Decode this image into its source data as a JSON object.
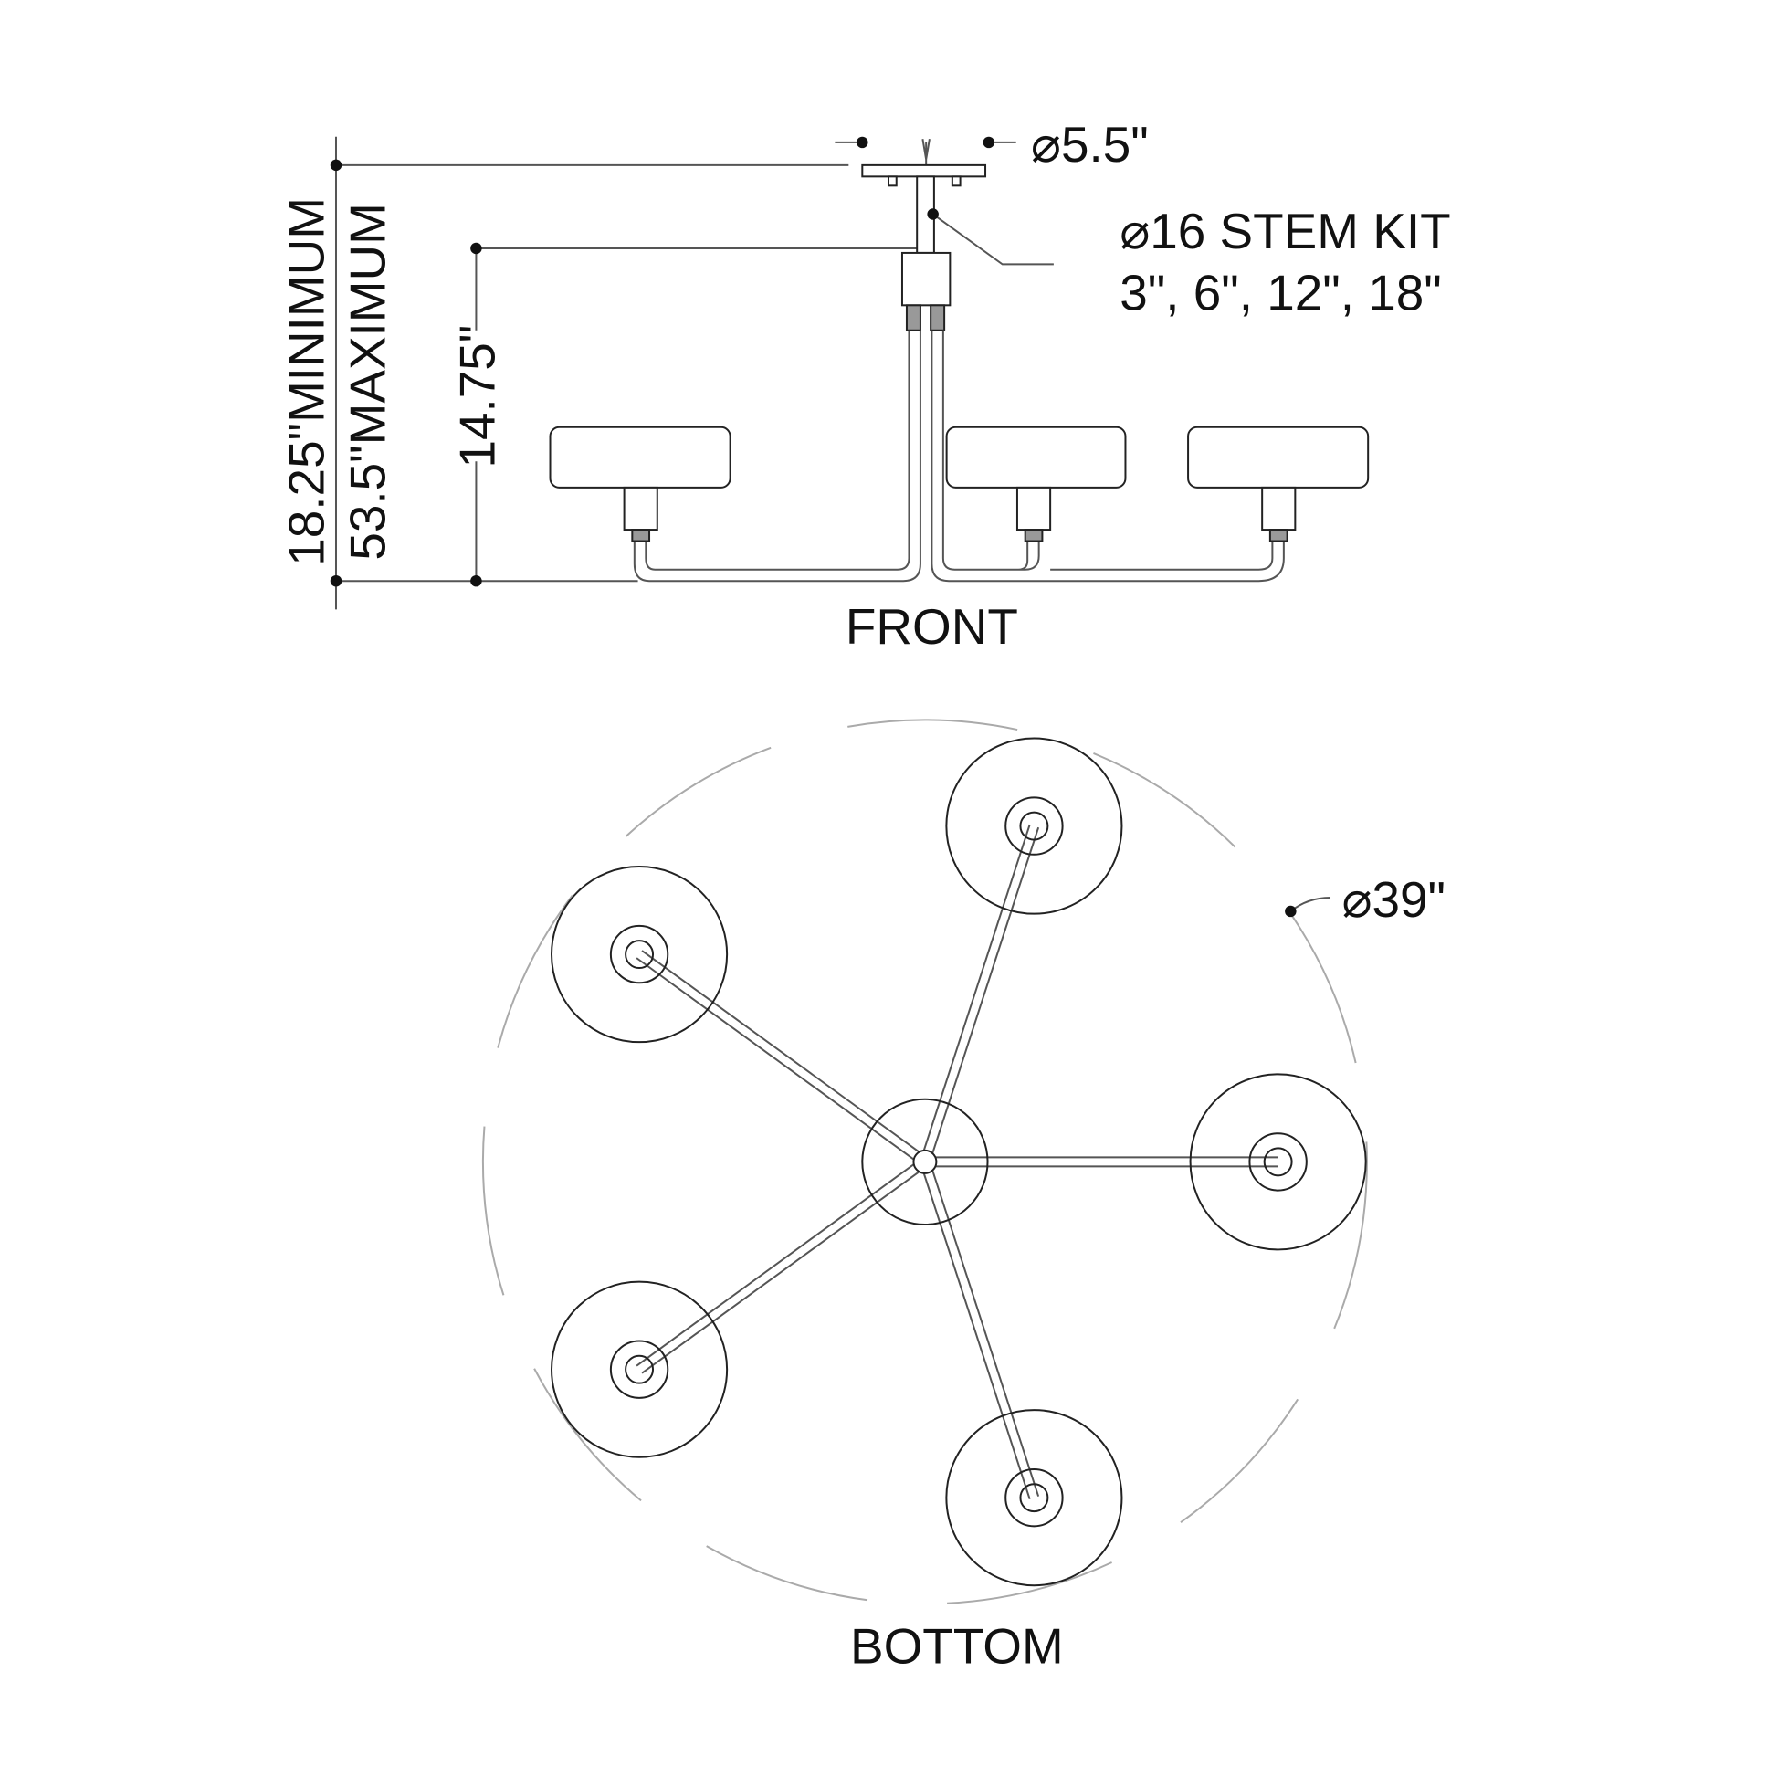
{
  "front": {
    "canopy_diameter": "⌀5.5\"",
    "stem_kit_title": "⌀16 STEM KIT",
    "stem_kit_lengths": "3\", 6\", 12\", 18\"",
    "height_min": "18.25\"MINIMUM",
    "height_max": "53.5\"MAXIMUM",
    "body_height": "14.75\"",
    "view_label": "FRONT"
  },
  "bottom": {
    "overall_diameter": "⌀39\"",
    "view_label": "BOTTOM",
    "arm_count": 5
  }
}
